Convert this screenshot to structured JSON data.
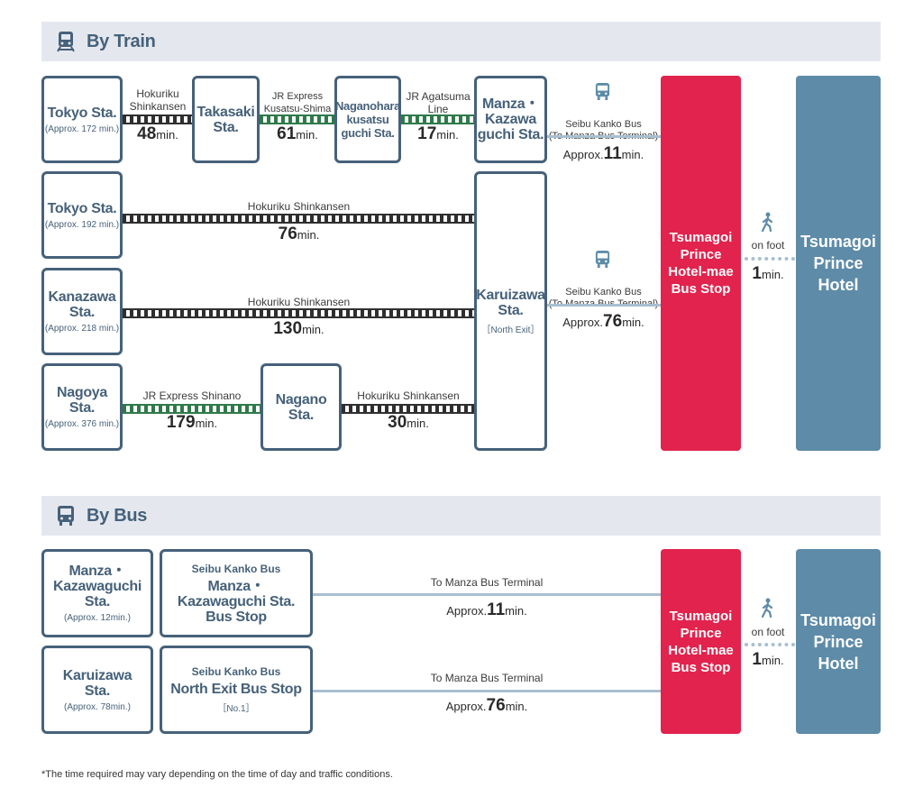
{
  "train_section": {
    "title": "By Train",
    "rows": [
      {
        "origin": {
          "name": "Tokyo Sta.",
          "approx": "(Approx. 172 min.)"
        },
        "legs": [
          {
            "line": "Hokuriku\nShinkansen",
            "minutes": "48",
            "unit": "min."
          },
          {
            "line": "JR Express\nKusatsu-Shima",
            "minutes": "61",
            "unit": "min."
          },
          {
            "line": "JR Agatsuma\nLine",
            "minutes": "17",
            "unit": "min."
          }
        ],
        "stations": [
          "Takasaki\nSta.",
          "Naganohara\nkusatsu\nguchi Sta.",
          "Manza・\nKazawa\nguchi Sta."
        ],
        "bus": {
          "operator": "Seibu Kanko Bus",
          "destination": "(To Manza Bus Terminal)",
          "prefix": "Approx.",
          "minutes": "11",
          "unit": "min."
        }
      },
      {
        "origin": {
          "name": "Tokyo Sta.",
          "approx": "(Approx. 192 min.)"
        },
        "legs": [
          {
            "line": "Hokuriku Shinkansen",
            "minutes": "76",
            "unit": "min."
          }
        ]
      },
      {
        "origin": {
          "name": "Kanazawa\nSta.",
          "approx": "(Approx. 218 min.)"
        },
        "legs": [
          {
            "line": "Hokuriku Shinkansen",
            "minutes": "130",
            "unit": "min."
          }
        ]
      },
      {
        "origin": {
          "name": "Nagoya\nSta.",
          "approx": "(Approx. 376 min.)"
        },
        "legs": [
          {
            "line": "JR Express Shinano",
            "minutes": "179",
            "unit": "min."
          },
          {
            "line": "Hokuriku Shinkansen",
            "minutes": "30",
            "unit": "min."
          }
        ],
        "stations": [
          "Nagano\nSta."
        ]
      }
    ],
    "karuizawa": {
      "name": "Karuizawa\nSta.",
      "exit": "［North Exit］"
    },
    "karuizawa_bus": {
      "operator": "Seibu Kanko Bus",
      "destination": "(To Manza Bus Terminal)",
      "prefix": "Approx.",
      "minutes": "76",
      "unit": "min."
    },
    "bus_stop": "Tsumagoi\nPrince\nHotel-mae\nBus Stop",
    "walk": {
      "label": "on foot",
      "minutes": "1",
      "unit": "min."
    },
    "hotel": "Tsumagoi\nPrince\nHotel"
  },
  "bus_section": {
    "title": "By Bus",
    "rows": [
      {
        "origin": {
          "name": "Manza・\nKazawaguchi\nSta.",
          "approx": "(Approx. 12min.)"
        },
        "stop": {
          "operator": "Seibu Kanko Bus",
          "name": "Manza・\nKazawaguchi Sta.\nBus Stop",
          "note": ""
        },
        "route": "To Manza Bus Terminal",
        "prefix": "Approx.",
        "minutes": "11",
        "unit": "min."
      },
      {
        "origin": {
          "name": "Karuizawa\nSta.",
          "approx": "(Approx. 78min.)"
        },
        "stop": {
          "operator": "Seibu Kanko Bus",
          "name": "North Exit Bus Stop",
          "note": "［No.1］"
        },
        "route": "To Manza Bus Terminal",
        "prefix": "Approx.",
        "minutes": "76",
        "unit": "min."
      }
    ],
    "bus_stop": "Tsumagoi\nPrince\nHotel-mae\nBus Stop",
    "walk": {
      "label": "on foot",
      "minutes": "1",
      "unit": "min."
    },
    "hotel": "Tsumagoi\nPrince\nHotel"
  },
  "footnote": "*The time required may vary depending on the time of day and traffic conditions.",
  "colors": {
    "primary": "#46617a",
    "accent_red": "#e1234d",
    "hotel_blue": "#5d8ba8",
    "bus_line": "#a9bfd0",
    "header_bg": "#e4e8ee"
  },
  "icons": {
    "train": "train-icon",
    "bus": "bus-icon",
    "walk": "walking-person-icon"
  }
}
